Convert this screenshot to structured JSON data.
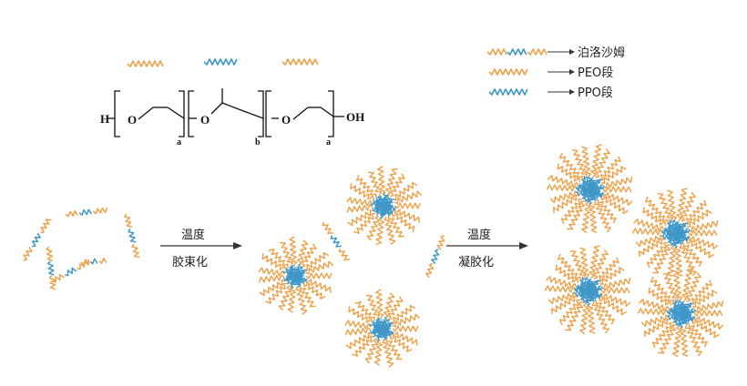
{
  "colors": {
    "peo": "#EFA14A",
    "ppo": "#3F97C8",
    "ink": "#222222",
    "arrow": "#333333"
  },
  "legend": {
    "poloxamer": "泊洛沙姆",
    "peo": "PEO段",
    "ppo": "PPO段"
  },
  "formula": {
    "h": "H",
    "o1": "O",
    "o2": "O",
    "o3": "O",
    "sub_a1": "a",
    "sub_b": "b",
    "sub_a2": "a",
    "oh": "OH"
  },
  "steps": {
    "step1_line1": "温度",
    "step1_line2": "胶束化",
    "step2_line1": "温度",
    "step2_line2": "凝胶化"
  }
}
